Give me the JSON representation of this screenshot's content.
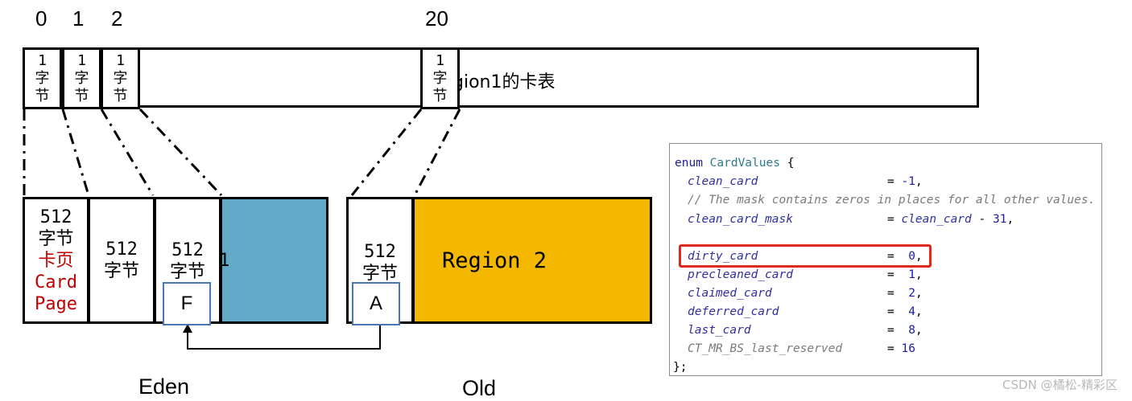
{
  "indices": [
    "0",
    "1",
    "2",
    "20"
  ],
  "card_table": {
    "label": "gion1的卡表",
    "cells": [
      {
        "l1": "1",
        "l2": "字",
        "l3": "节"
      },
      {
        "l1": "1",
        "l2": "字",
        "l3": "节"
      },
      {
        "l1": "1",
        "l2": "字",
        "l3": "节"
      },
      {
        "l1": "1",
        "l2": "字",
        "l3": "节"
      }
    ]
  },
  "eden": {
    "card_page": {
      "num": "512",
      "unit": "字节",
      "cn": "卡页",
      "en1": "Card",
      "en2": "Page"
    },
    "page2": {
      "num": "512",
      "unit": "字节"
    },
    "page3": {
      "num": "512",
      "unit": "字节"
    },
    "hidden_fragment": "1",
    "ref_box": "F",
    "label": "Eden",
    "fill_color": "#62aac8"
  },
  "old": {
    "page": {
      "num": "512",
      "unit": "字节"
    },
    "ref_box": "A",
    "region_label": "Region 2",
    "label": "Old",
    "fill_color": "#f5b800"
  },
  "code": {
    "l1_kw": "enum",
    "l1_name": "CardValues",
    "l1_brace": " {",
    "clean_card": "clean_card",
    "clean_card_val": "-1",
    "comment": "// The mask contains zeros in places for all other values.",
    "clean_card_mask": "clean_card_mask",
    "clean_card_mask_expr1": "clean_card",
    "clean_card_mask_op": " - ",
    "clean_card_mask_expr2": "31",
    "dirty_card": "dirty_card",
    "dirty_card_val": "0",
    "precleaned_card": "precleaned_card",
    "precleaned_card_val": "1",
    "claimed_card": "claimed_card",
    "claimed_card_val": "2",
    "deferred_card": "deferred_card",
    "deferred_card_val": "4",
    "last_card": "last_card",
    "last_card_val": "8",
    "ct_last": "CT_MR_BS_last_reserved",
    "ct_last_val": "16",
    "close": "};"
  },
  "watermark": "CSDN @橘松-精彩区",
  "colors": {
    "highlight": "#e0281c",
    "ref_border": "#4a76b8",
    "red_text": "#c00000"
  }
}
